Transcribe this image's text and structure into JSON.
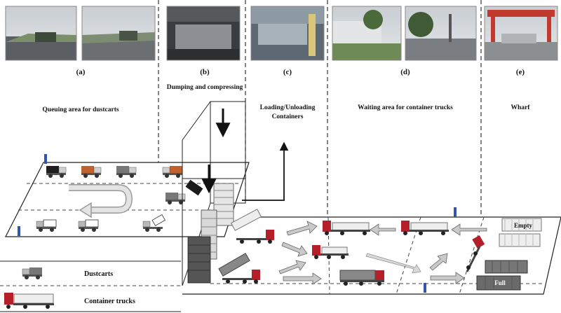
{
  "panels": [
    {
      "letter": "(a)",
      "title": "Queuing area for dustcarts"
    },
    {
      "letter": "(b)",
      "title": "Dumping and compressing"
    },
    {
      "letter": "(c)",
      "title_lines": [
        "Loading/Unloading",
        "Containers"
      ]
    },
    {
      "letter": "(d)",
      "title": "Waiting area for container trucks"
    },
    {
      "letter": "(e)",
      "title": "Wharf"
    }
  ],
  "wharf_labels": {
    "empty": "Empty",
    "full": "Full"
  },
  "legend": {
    "dustcarts": "Dustcarts",
    "container_trucks": "Container trucks"
  },
  "colors": {
    "truck_red": "#b3202a",
    "container_gray": "#9ea1a6",
    "arrow_gray": "#c9c9c9",
    "post_blue": "#3355aa",
    "dustcart_orange": "#c0622e"
  }
}
